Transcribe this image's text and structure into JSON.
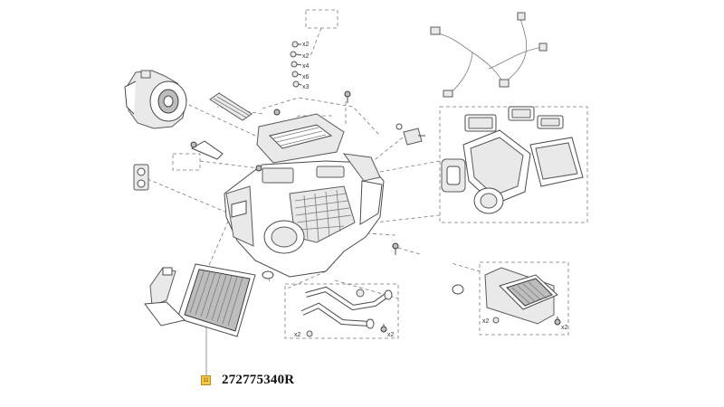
{
  "callout": {
    "marker": "11",
    "part_number": "272775340R",
    "marker_color": "#f3c64a"
  },
  "multipliers": {
    "screw_stack_top": "x2",
    "screw_stack_1": "x2",
    "screw_stack_2": "x4",
    "screw_stack_3": "x6",
    "screw_stack_4": "x3",
    "pipe_clip_left": "x2",
    "pipe_screw_right": "x2",
    "core_clip_1": "x2",
    "core_clip_2": "x2"
  }
}
